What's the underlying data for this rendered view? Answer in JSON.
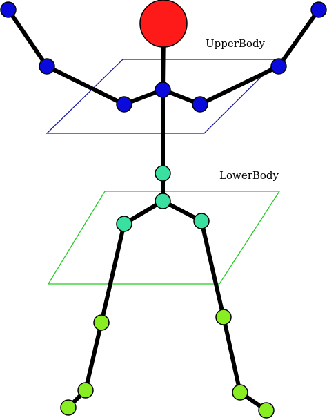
{
  "planes": {
    "upper": {
      "label": "UpperBody",
      "color": "#1a1a9e"
    },
    "lower": {
      "label": "LowerBody",
      "color": "#22cc22"
    }
  },
  "colors": {
    "head": "#ff1a1a",
    "upper_joint": "#0a0adc",
    "torso_joint": "#3ae0a0",
    "leg_upper_joint": "#3ae0a0",
    "leg_lower_joint": "#88ee22",
    "bone": "#000000"
  },
  "joints": [
    "head",
    "neck",
    "left-shoulder",
    "right-shoulder",
    "left-elbow",
    "right-elbow",
    "left-hand",
    "right-hand",
    "spine",
    "pelvis",
    "left-hip",
    "right-hip",
    "left-knee",
    "right-knee",
    "left-ankle",
    "right-ankle",
    "left-foot",
    "right-foot"
  ]
}
